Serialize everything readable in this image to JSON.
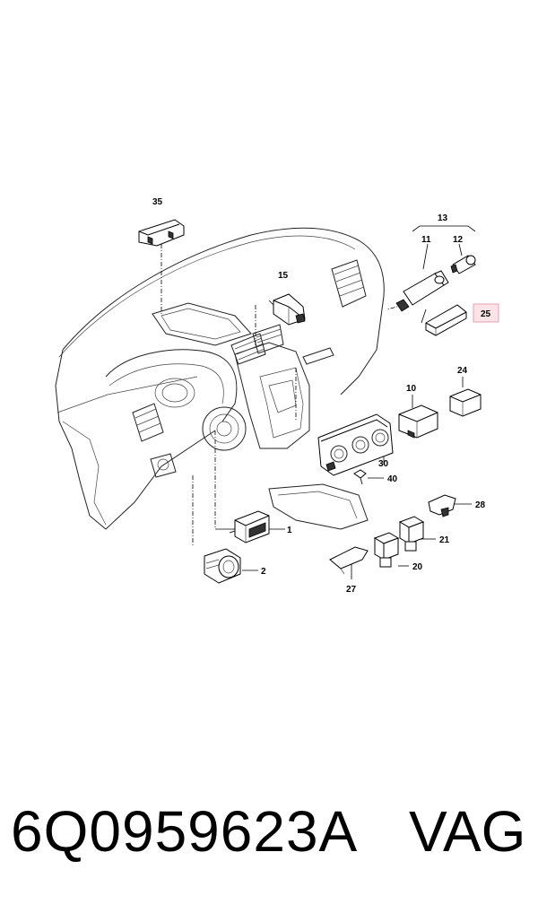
{
  "callouts": {
    "c35": "35",
    "c13": "13",
    "c11": "11",
    "c12": "12",
    "c15": "15",
    "c25": "25",
    "c10": "10",
    "c24": "24",
    "c30": "30",
    "c40": "40",
    "c28": "28",
    "c1": "1",
    "c21": "21",
    "c2": "2",
    "c20": "20",
    "c27": "27"
  },
  "highlight_color": "#e8a0b0",
  "highlight_fill": "#fbe3e8",
  "footer": {
    "part_number": "6Q0959623A",
    "brand": "VAG"
  }
}
